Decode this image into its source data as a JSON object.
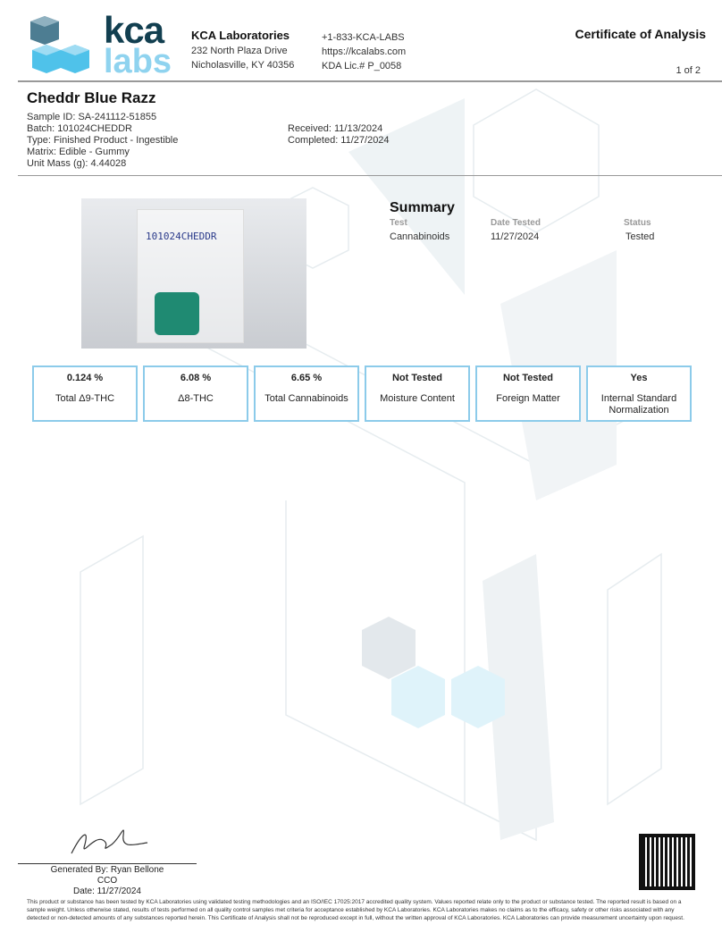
{
  "header": {
    "logo_top": "kca",
    "logo_bottom": "labs",
    "company": "KCA Laboratories",
    "address1": "232 North Plaza Drive",
    "address2": "Nicholasville, KY 40356",
    "phone": "+1-833-KCA-LABS",
    "website": "https://kcalabs.com",
    "license": "KDA Lic.# P_0058",
    "doc_title": "Certificate of Analysis",
    "page": "1 of 2"
  },
  "sample": {
    "name": "Cheddr Blue Razz",
    "sample_id": "Sample ID: SA-241112-51855",
    "batch": "Batch: 101024CHEDDR",
    "type": "Type: Finished Product - Ingestible",
    "matrix": "Matrix: Edible - Gummy",
    "unit_mass": "Unit Mass (g): 4.44028",
    "received": "Received: 11/13/2024",
    "completed": "Completed: 11/27/2024",
    "photo_label": "101024CHEDDR"
  },
  "summary": {
    "title": "Summary",
    "headers": [
      "Test",
      "Date Tested",
      "Status"
    ],
    "rows": [
      [
        "Cannabinoids",
        "11/27/2024",
        "Tested"
      ]
    ]
  },
  "boxes": [
    {
      "value": "0.124 %",
      "label": "Total Δ9-THC"
    },
    {
      "value": "6.08 %",
      "label": "Δ8-THC"
    },
    {
      "value": "6.65 %",
      "label": "Total Cannabinoids"
    },
    {
      "value": "Not Tested",
      "label": "Moisture Content"
    },
    {
      "value": "Not Tested",
      "label": "Foreign Matter"
    },
    {
      "value": "Yes",
      "label": "Internal Standard Normalization"
    }
  ],
  "footer": {
    "generated_by": "Generated By: Ryan Bellone",
    "role": "CCO",
    "date": "Date: 11/27/2024",
    "disclaimer": "This product or substance has been tested by KCA Laboratories using validated testing methodologies and an ISO/IEC 17025:2017 accredited quality system. Values reported relate only to the product or substance tested. The reported result is based on a sample weight. Unless otherwise stated, results of tests performed on all quality control samples met criteria for acceptance established by KCA Laboratories. KCA Laboratories makes no claims as to the efficacy, safety or other risks associated with any detected or non-detected amounts of any substances reported herein. This Certificate of Analysis shall not be reproduced except in full, without the written approval of KCA Laboratories. KCA Laboratories can provide measurement uncertainty upon request."
  }
}
